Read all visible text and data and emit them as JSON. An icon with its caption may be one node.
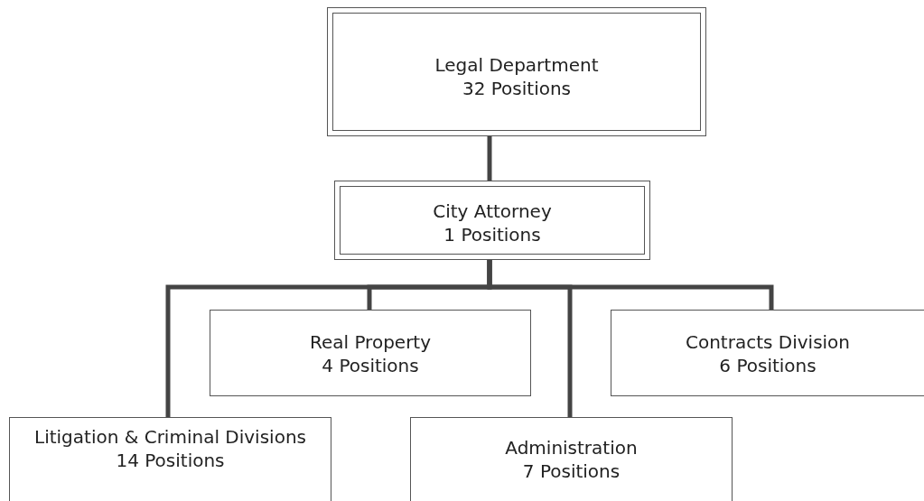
{
  "diagram": {
    "nodes": [
      {
        "text": [
          "Legal Department",
          "32 Positions"
        ]
      },
      {
        "text": [
          "City Attorney",
          "1 Positions"
        ]
      },
      {
        "text": [
          "Real Property",
          "4 Positions"
        ]
      },
      {
        "text": [
          "Contracts Division",
          "6 Positions"
        ]
      },
      {
        "text": [
          "Litigation & Criminal Divisions",
          "14 Positions"
        ]
      },
      {
        "text": [
          "Administration",
          "7 Positions"
        ]
      }
    ],
    "edges": [
      {
        "from": 0,
        "to": 1,
        "arrow": "none"
      },
      {
        "from": 1,
        "to": 4,
        "arrow": "none"
      },
      {
        "from": 1,
        "to": 2,
        "arrow": "none"
      },
      {
        "from": 1,
        "to": 5,
        "arrow": "none"
      },
      {
        "from": 1,
        "to": 3,
        "arrow": "none"
      }
    ]
  }
}
